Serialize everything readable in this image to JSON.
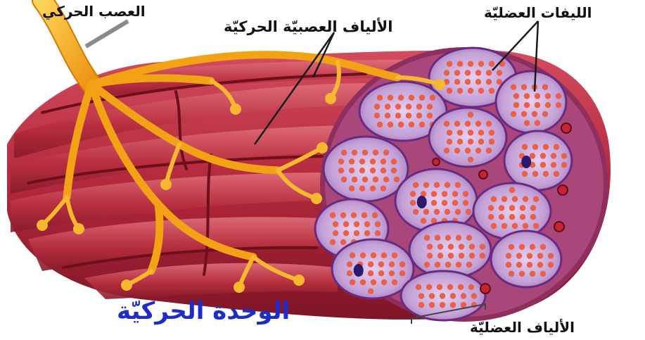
{
  "labels": {
    "motor_nerve": "العصب الحركي",
    "motor_nerve_fibers": "الألياف العصبيّة الحركيّة",
    "myofibrils": "الليفات العضليّة",
    "muscle_fibers": "الألياف العضليّة"
  },
  "title": "الوحدة الحركيّة",
  "colors": {
    "title": "#1f2ccc",
    "label": "#111111",
    "nerve": "#f2a818",
    "muscle_dark": "#7a1424",
    "muscle": "#b82a3c",
    "fiber_fill": "#c7a4d8",
    "fiber_edge": "#6a2a80",
    "myofibril": "#e8604a"
  }
}
